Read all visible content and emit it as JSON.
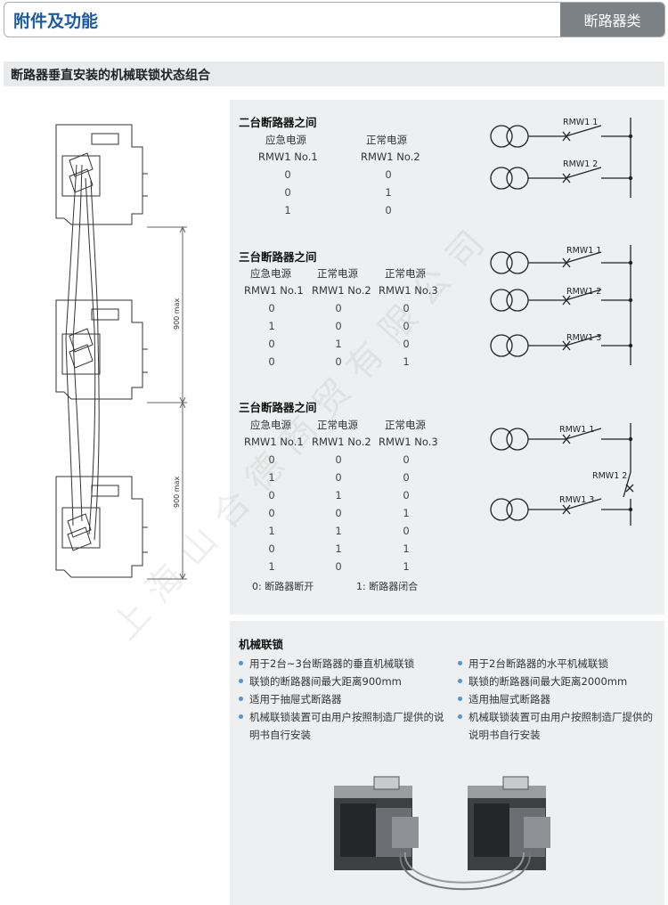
{
  "header": {
    "title": "附件及功能",
    "category": "断路器类"
  },
  "section_title": "断路器垂直安装的机械联锁状态组合",
  "drawing": {
    "dim1": "900 max",
    "dim2": "900 max"
  },
  "table_two": {
    "title": "二台断路器之间",
    "headers": [
      "应急电源",
      "正常电源"
    ],
    "codes": [
      "RMW1 No.1",
      "RMW1  No.2"
    ],
    "rows": [
      [
        "0",
        "0"
      ],
      [
        "0",
        "1"
      ],
      [
        "1",
        "0"
      ]
    ]
  },
  "table_three_a": {
    "title": "三台断路器之间",
    "headers": [
      "应急电源",
      "正常电源",
      "正常电源"
    ],
    "codes": [
      "RMW1 No.1",
      "RMW1 No.2",
      "RMW1 No.3"
    ],
    "rows": [
      [
        "0",
        "0",
        "0"
      ],
      [
        "1",
        "0",
        "0"
      ],
      [
        "0",
        "1",
        "0"
      ],
      [
        "0",
        "0",
        "1"
      ]
    ]
  },
  "table_three_b": {
    "title": "三台断路器之间",
    "headers": [
      "应急电源",
      "正常电源",
      "正常电源"
    ],
    "codes": [
      "RMW1 No.1",
      "RMW1 No.2",
      "RMW1 No.3"
    ],
    "rows": [
      [
        "0",
        "0",
        "0"
      ],
      [
        "1",
        "0",
        "0"
      ],
      [
        "0",
        "1",
        "0"
      ],
      [
        "0",
        "0",
        "1"
      ],
      [
        "1",
        "1",
        "0"
      ],
      [
        "0",
        "1",
        "1"
      ],
      [
        "1",
        "0",
        "1"
      ]
    ]
  },
  "legend": {
    "open": "0:  断路器断开",
    "closed": "1: 断路器闭合"
  },
  "diagram_labels": {
    "d1": [
      "RMW1 1",
      "RMW1 2"
    ],
    "d2": [
      "RMW1 1",
      "RMW1 2",
      "RMW1 3"
    ],
    "d3": [
      "RMW1 1",
      "RMW1 2",
      "RMW1 3"
    ]
  },
  "features": {
    "title": "机械联锁",
    "left": [
      "用于2台~3台断路器的垂直机械联锁",
      "联锁的断路器间最大距离900mm",
      "适用于抽屉式断路器",
      "机械联锁装置可由用户按照制造厂提供的说明书自行安装"
    ],
    "right": [
      "用于2台断路器的水平机械联锁",
      "联锁的断路器间最大距离2000mm",
      "适用抽屉式断路器",
      "机械联锁装置可由用户按照制造厂提供的说明书自行安装"
    ]
  },
  "watermark": "上海山合德商贸有限公司"
}
